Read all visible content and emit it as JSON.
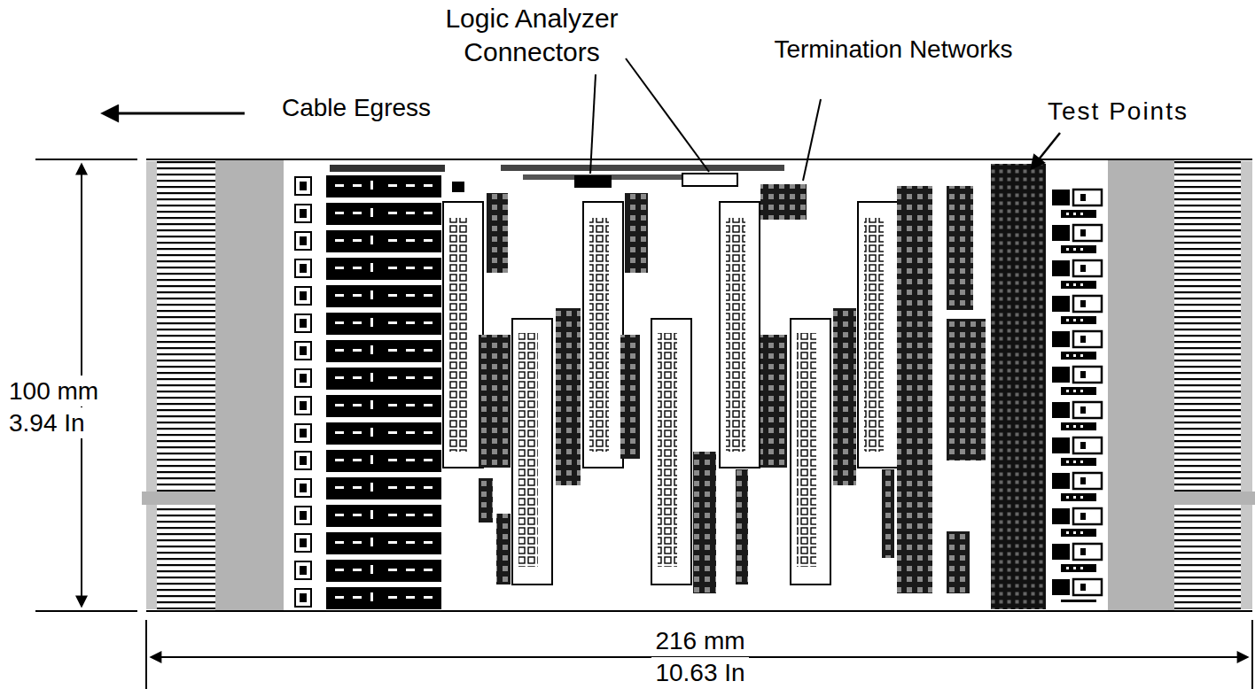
{
  "diagram": {
    "labels": [
      "Logic Analyzer Connectors",
      "Termination Networks",
      "Cable Egress",
      "Test Points",
      "100 mm",
      "3.94 In",
      "216 mm",
      "10.63 In"
    ]
  }
}
